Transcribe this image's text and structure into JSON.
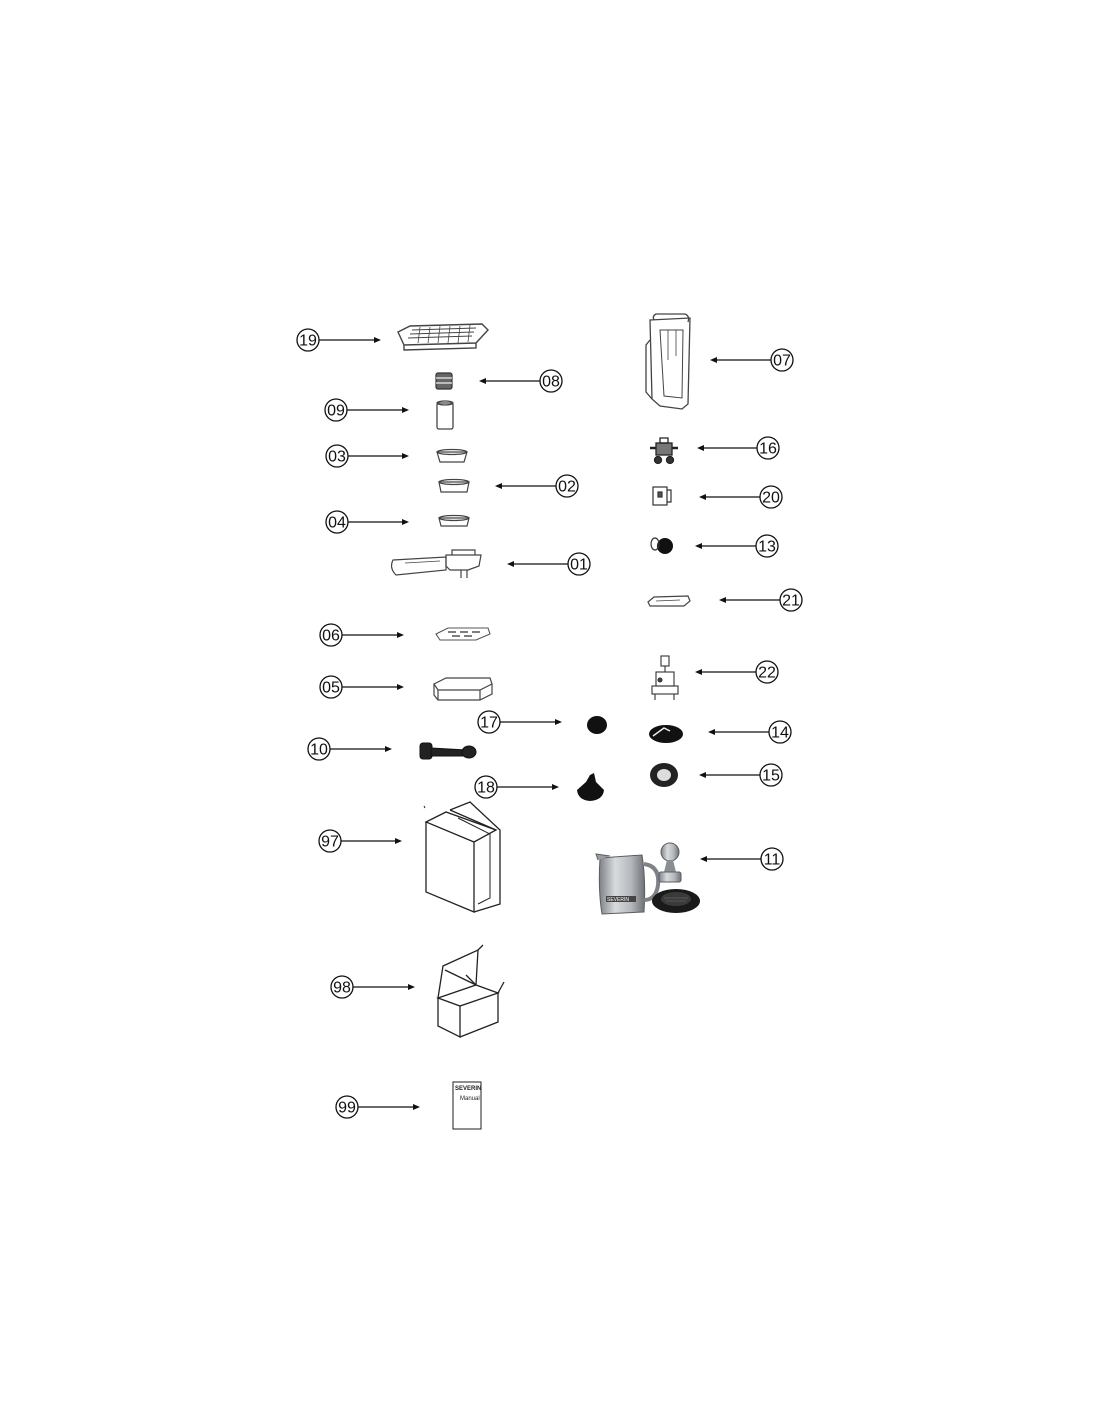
{
  "colors": {
    "line": "#111111",
    "part": "#444444",
    "dark": "#111111",
    "steel": "#a9adb1",
    "background": "#ffffff"
  },
  "callouts": [
    {
      "id": "19",
      "part": "drip-tray-grid"
    },
    {
      "id": "08",
      "part": "shower-screen"
    },
    {
      "id": "09",
      "part": "spout-tube"
    },
    {
      "id": "03",
      "part": "filter-basket-single"
    },
    {
      "id": "02",
      "part": "filter-basket-double"
    },
    {
      "id": "04",
      "part": "filter-basket-blind"
    },
    {
      "id": "01",
      "part": "portafilter"
    },
    {
      "id": "06",
      "part": "cup-tray-grille"
    },
    {
      "id": "05",
      "part": "drip-tray"
    },
    {
      "id": "10",
      "part": "tamper-spoon"
    },
    {
      "id": "17",
      "part": "knob-round"
    },
    {
      "id": "18",
      "part": "knob-cone"
    },
    {
      "id": "97",
      "part": "foam-insert"
    },
    {
      "id": "98",
      "part": "carton-box"
    },
    {
      "id": "99",
      "part": "manual"
    },
    {
      "id": "07",
      "part": "water-tank"
    },
    {
      "id": "16",
      "part": "valve"
    },
    {
      "id": "20",
      "part": "switch-module"
    },
    {
      "id": "13",
      "part": "rotary-knob"
    },
    {
      "id": "21",
      "part": "lid-bracket"
    },
    {
      "id": "22",
      "part": "pump-assembly"
    },
    {
      "id": "14",
      "part": "gasket-dark"
    },
    {
      "id": "15",
      "part": "gasket-ring"
    },
    {
      "id": "11",
      "part": "milk-jug-tamper-set"
    }
  ],
  "manual_cover": {
    "brand": "SEVERIN",
    "title": "Manual"
  },
  "jug_brand": "SEVERIN"
}
